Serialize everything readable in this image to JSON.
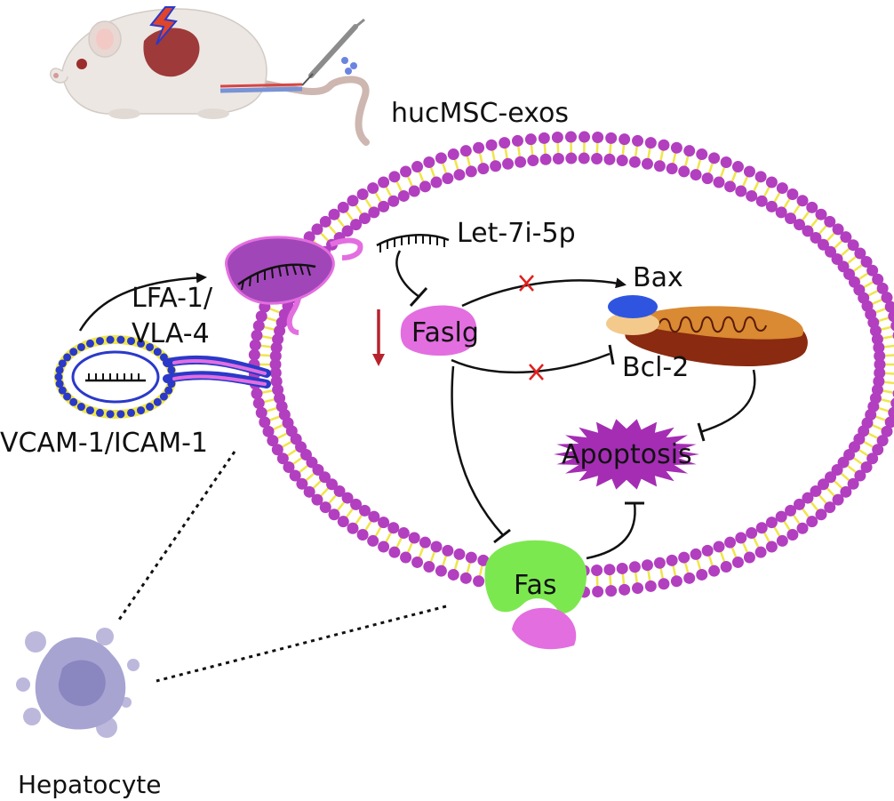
{
  "labels": {
    "exosome_source": "hucMSC-exos",
    "mirna": "Let-7i-5p",
    "integrin": "LFA-1/",
    "integrin_2": "VLA-4",
    "adhesion": "VCAM-1/ICAM-1",
    "faslg": "Faslg",
    "bax": "Bax",
    "bcl2": "Bcl-2",
    "apoptosis": "Apoptosis",
    "fas": "Fas",
    "cell": "Hepatocyte"
  },
  "colors": {
    "membrane_head": "#b23fbf",
    "membrane_tail": "#efe64a",
    "receptor": "#a046b8",
    "faslg": "#e36ee0",
    "fas": "#7ce850",
    "bax": "#2f55e0",
    "mito_outer": "#8a2a10",
    "apoptosis": "#a52db4",
    "down_arrow": "#b8222e",
    "block_x": "#e21e1e",
    "exosome_dot": "#2a39c9",
    "hepatocyte": "#a7a4d2"
  },
  "icons": [
    "mouse-icon",
    "syringe-icon",
    "mitochondrion-icon",
    "hepatocyte-icon",
    "exosome-icon"
  ]
}
